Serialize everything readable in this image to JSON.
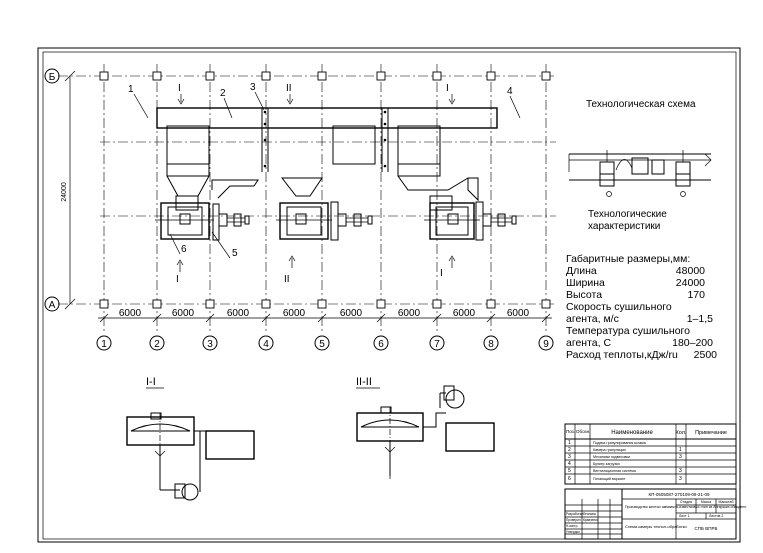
{
  "title": "Технологическая схема",
  "characteristics_title": "Технологические характеристики",
  "specs": [
    {
      "label": "Габаритные размеры,мм:",
      "value": ""
    },
    {
      "label": "Длина",
      "value": "48000"
    },
    {
      "label": "Ширина",
      "value": "24000"
    },
    {
      "label": "Высота",
      "value": "170"
    },
    {
      "label": "Скорость сушильного",
      "value": ""
    },
    {
      "label": "агента, м/с",
      "value": "1–1,5"
    },
    {
      "label": "Температура сушильного",
      "value": ""
    },
    {
      "label": "агента, С",
      "value": "180–200"
    },
    {
      "label": "Расход теплоты,кДж/ru",
      "value": "2500"
    }
  ],
  "axes_rows": [
    "Б",
    "А"
  ],
  "axes_cols": [
    "1",
    "2",
    "3",
    "4",
    "5",
    "6",
    "7",
    "8",
    "9"
  ],
  "spacing": "6000",
  "overall_width": "24000",
  "sections": {
    "first": "I-I",
    "second": "II-II"
  },
  "cut_marks": {
    "I": "I",
    "II": "II"
  },
  "callouts": [
    "1",
    "2",
    "3",
    "4",
    "5",
    "6"
  ],
  "spec_table": {
    "headers": [
      "Поз.",
      "Обозн.",
      "Наименование",
      "Кол.",
      "Примечание"
    ],
    "rows": [
      {
        "pos": "1",
        "name": "Подача гранулирования шлама",
        "qty": ""
      },
      {
        "pos": "2",
        "name": "Камера грануляции",
        "qty": "1"
      },
      {
        "pos": "3",
        "name": "Механизм подвесовки",
        "qty": "3"
      },
      {
        "pos": "4",
        "name": "Бункер загрузки",
        "qty": ""
      },
      {
        "pos": "5",
        "name": "Вентиляционная система",
        "qty": "3"
      },
      {
        "pos": "6",
        "name": "Питающий вариант",
        "qty": "3"
      }
    ]
  },
  "stamp": {
    "code": "КП-0505087-270109-09-21-09",
    "project": "Производство желтых аммиачно-известковых глин из Ангарских обводнен.",
    "sheet_title": "Схема камеры технол-обработки",
    "org": "СПБ ВПРБ",
    "headers": [
      "Стадия",
      "Масса",
      "Масштаб"
    ],
    "sheet": "Лист 1",
    "sheets": "Листов 2",
    "roles": [
      "Разработал",
      "Проверил",
      "Н.контр.",
      "Утвердил"
    ],
    "names": [
      "Леонова",
      "Кравченко",
      "",
      ""
    ]
  }
}
